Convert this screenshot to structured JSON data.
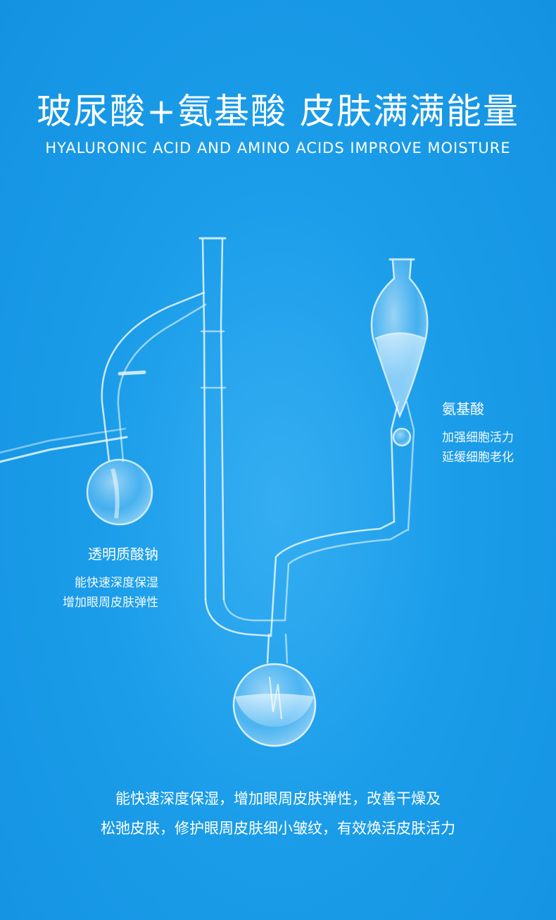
{
  "header": {
    "title": "玻尿酸+氨基酸 皮肤满满能量",
    "subtitle": "HYALURONIC ACID AND AMINO ACIDS IMPROVE MOISTURE"
  },
  "left_label": {
    "heading": "透明质酸钠",
    "lines": [
      "能快速深度保湿",
      "增加眼周皮肤弹性"
    ]
  },
  "right_label": {
    "heading": "氨基酸",
    "lines": [
      "加强细胞活力",
      "延缓细胞老化"
    ]
  },
  "description": {
    "lines": [
      "能快速深度保湿，增加眼周皮肤弹性，改善干燥及",
      "松弛皮肤，修护眼周皮肤细小皱纹，有效焕活皮肤活力"
    ]
  },
  "colors": {
    "background": "#1a9be8",
    "text": "#ffffff"
  }
}
